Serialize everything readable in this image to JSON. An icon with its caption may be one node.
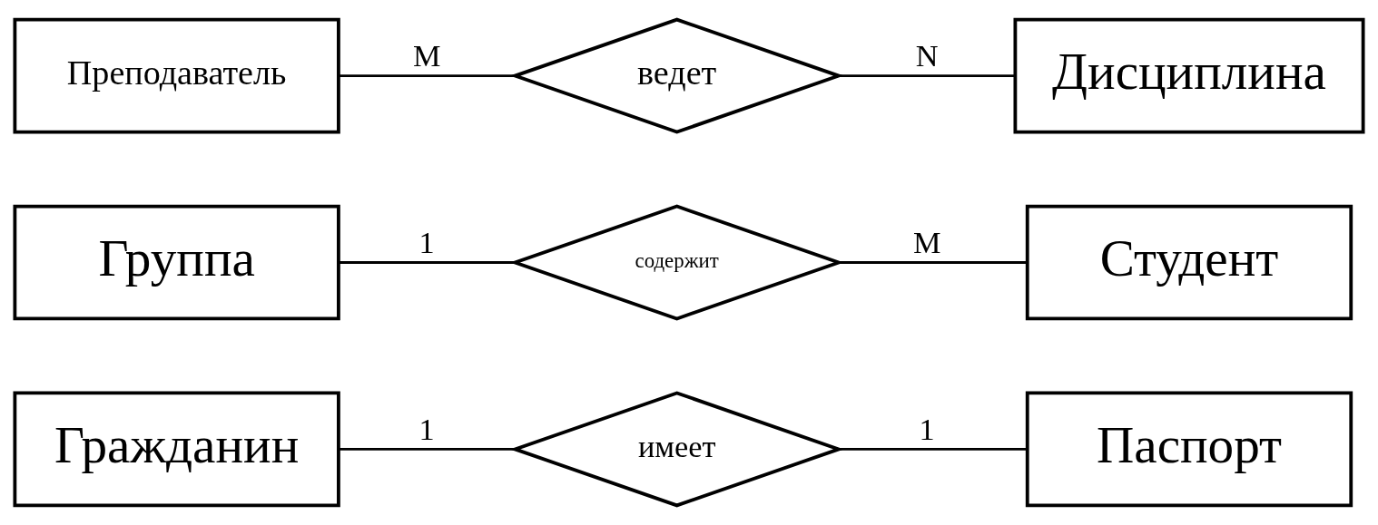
{
  "diagram": {
    "nodes": [
      {
        "text": [
          "Гражданин"
        ]
      },
      {
        "text": [
          "имеет"
        ]
      },
      {
        "text": [
          "Паспорт"
        ]
      },
      {
        "text": [
          "Группа"
        ]
      },
      {
        "text": [
          "содержит"
        ]
      },
      {
        "text": [
          "Студент"
        ]
      },
      {
        "text": [
          "Преподаватель"
        ]
      },
      {
        "text": [
          "ведет"
        ]
      },
      {
        "text": [
          "Дисциплина"
        ]
      }
    ],
    "edges": [
      {
        "from": 0,
        "to": 1,
        "arrow": "none",
        "label": "1"
      },
      {
        "from": 1,
        "to": 2,
        "arrow": "none",
        "label": "1"
      },
      {
        "from": 3,
        "to": 4,
        "arrow": "none",
        "label": "1"
      },
      {
        "from": 4,
        "to": 5,
        "arrow": "none",
        "label": "M"
      },
      {
        "from": 6,
        "to": 7,
        "arrow": "none",
        "label": "M"
      },
      {
        "from": 7,
        "to": 8,
        "arrow": "none",
        "label": "N"
      }
    ]
  }
}
